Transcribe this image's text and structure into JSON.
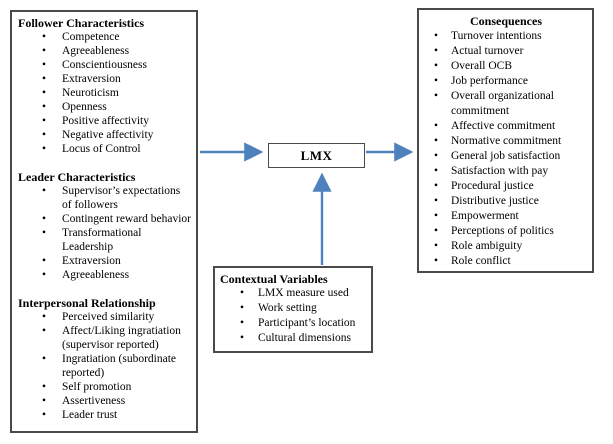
{
  "diagram": {
    "title_hint": "LMX antecedents and consequences model",
    "colors": {
      "arrow": "#4F81BD",
      "box_border": "#4a4a4a",
      "text": "#000000"
    },
    "boxes": {
      "antecedents": {
        "sections": [
          {
            "heading": "Follower Characteristics",
            "items": [
              "Competence",
              "Agreeableness",
              "Conscientiousness",
              "Extraversion",
              "Neuroticism",
              "Openness",
              "Positive affectivity",
              "Negative affectivity",
              "Locus of Control"
            ]
          },
          {
            "heading": "Leader Characteristics",
            "items": [
              "Supervisor’s expectations of followers",
              "Contingent reward behavior",
              "Transformational Leadership",
              "Extraversion",
              "Agreeableness"
            ]
          },
          {
            "heading": "Interpersonal Relationship",
            "items": [
              "Perceived similarity",
              "Affect/Liking ingratiation (supervisor reported)",
              "Ingratiation (subordinate reported)",
              "Self promotion",
              "Assertiveness",
              "Leader trust"
            ]
          }
        ]
      },
      "lmx": {
        "label": "LMX"
      },
      "contextual": {
        "heading": "Contextual Variables",
        "items": [
          "LMX measure used",
          "Work setting",
          "Participant’s location",
          "Cultural dimensions"
        ]
      },
      "consequences": {
        "heading": "Consequences",
        "items": [
          "Turnover intentions",
          "Actual turnover",
          "Overall OCB",
          "Job performance",
          "Overall organizational commitment",
          "Affective commitment",
          "Normative commitment",
          "General job satisfaction",
          "Satisfaction with pay",
          "Procedural justice",
          "Distributive justice",
          "Empowerment",
          "Perceptions of politics",
          "Role ambiguity",
          "Role conflict"
        ]
      }
    }
  }
}
